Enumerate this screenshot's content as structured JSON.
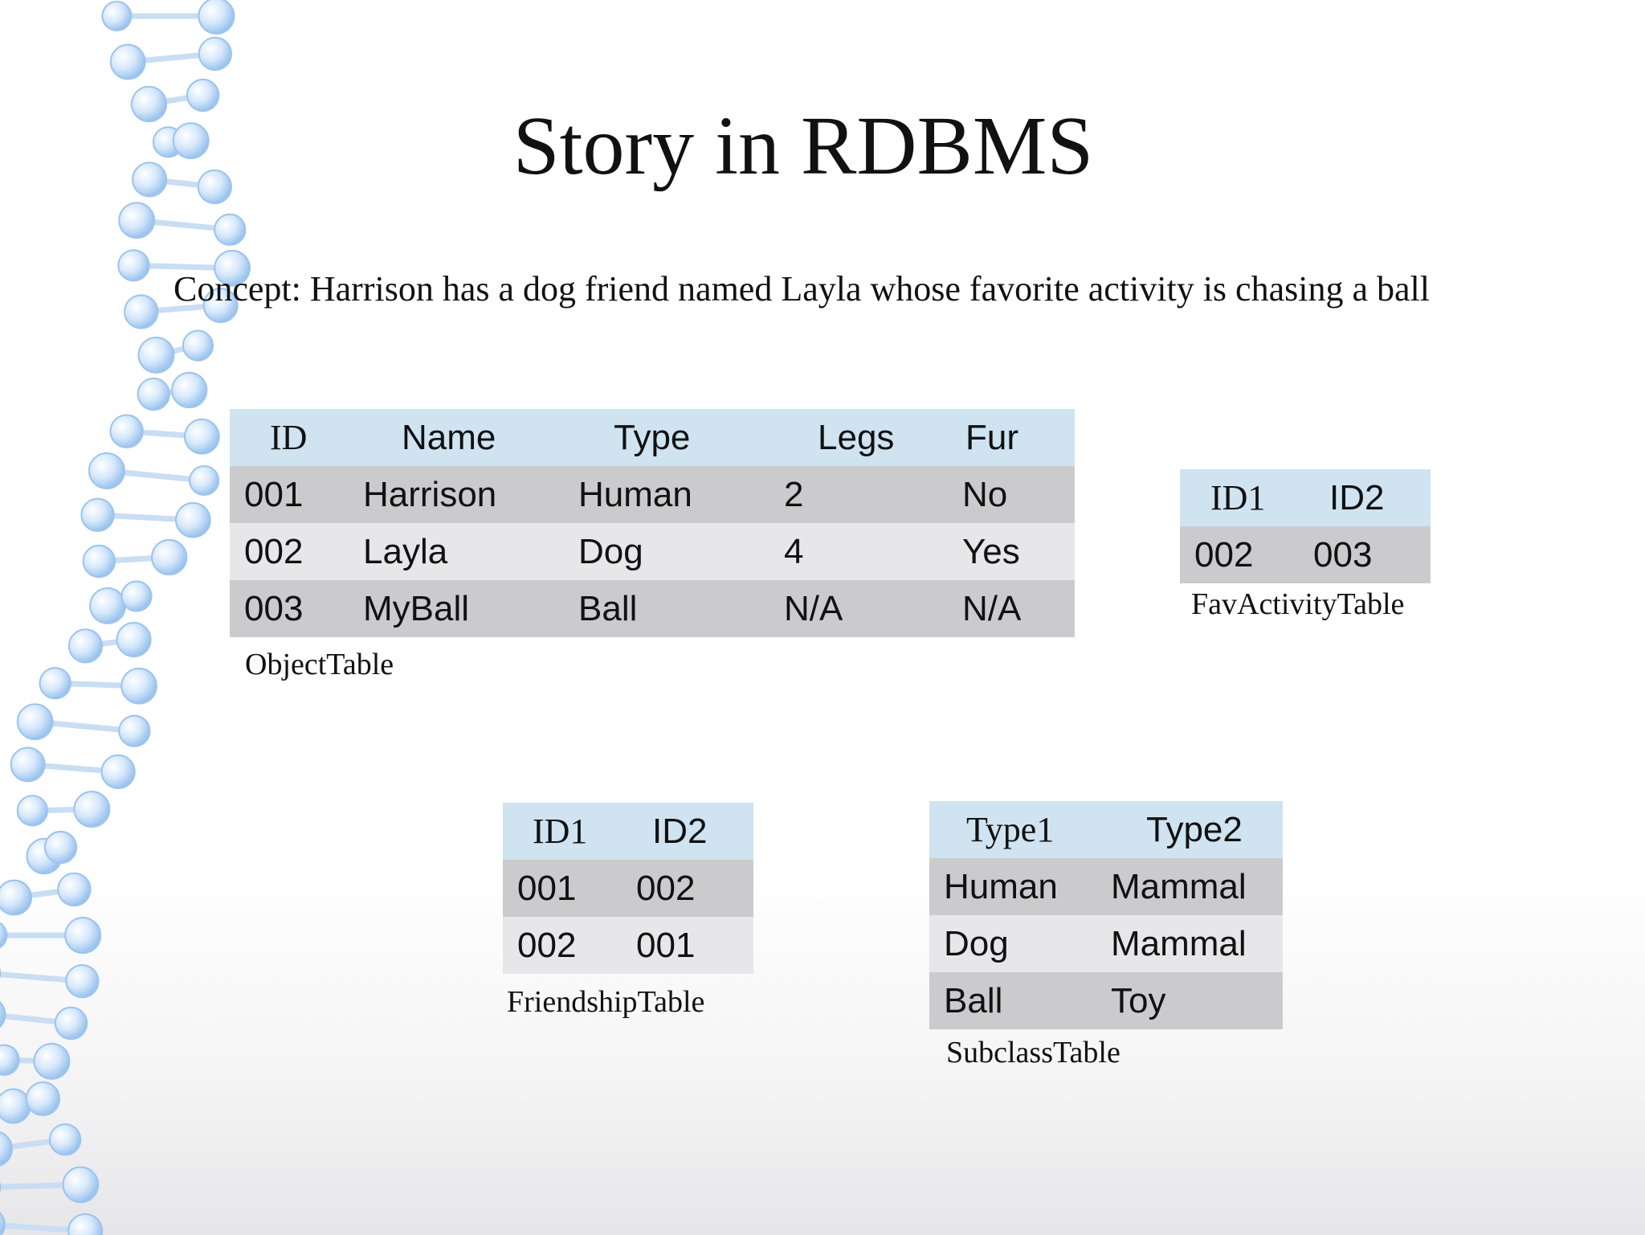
{
  "slide": {
    "title": "Story in RDBMS",
    "concept": "Concept: Harrison has a dog friend named Layla whose favorite activity is chasing a ball"
  },
  "object_table": {
    "caption": "ObjectTable",
    "headers": [
      "ID",
      "Name",
      "Type",
      "Legs",
      "Fur"
    ],
    "rows": [
      [
        "001",
        "Harrison",
        "Human",
        "2",
        "No"
      ],
      [
        "002",
        "Layla",
        "Dog",
        "4",
        "Yes"
      ],
      [
        "003",
        "MyBall",
        "Ball",
        "N/A",
        "N/A"
      ]
    ]
  },
  "fav_activity_table": {
    "caption": "FavActivityTable",
    "headers": [
      "ID1",
      "ID2"
    ],
    "rows": [
      [
        "002",
        "003"
      ]
    ]
  },
  "friendship_table": {
    "caption": "FriendshipTable",
    "headers": [
      "ID1",
      "ID2"
    ],
    "rows": [
      [
        "001",
        "002"
      ],
      [
        "002",
        "001"
      ]
    ]
  },
  "subclass_table": {
    "caption": "SubclassTable",
    "headers": [
      "Type1",
      "Type2"
    ],
    "rows": [
      [
        "Human",
        "Mammal"
      ],
      [
        "Dog",
        "Mammal"
      ],
      [
        "Ball",
        "Toy"
      ]
    ]
  },
  "colors": {
    "header_fill": "#cfe3f1",
    "row_dark": "#cbcbcd",
    "row_light": "#e7e7e9",
    "dna": "#9cc4ee"
  }
}
